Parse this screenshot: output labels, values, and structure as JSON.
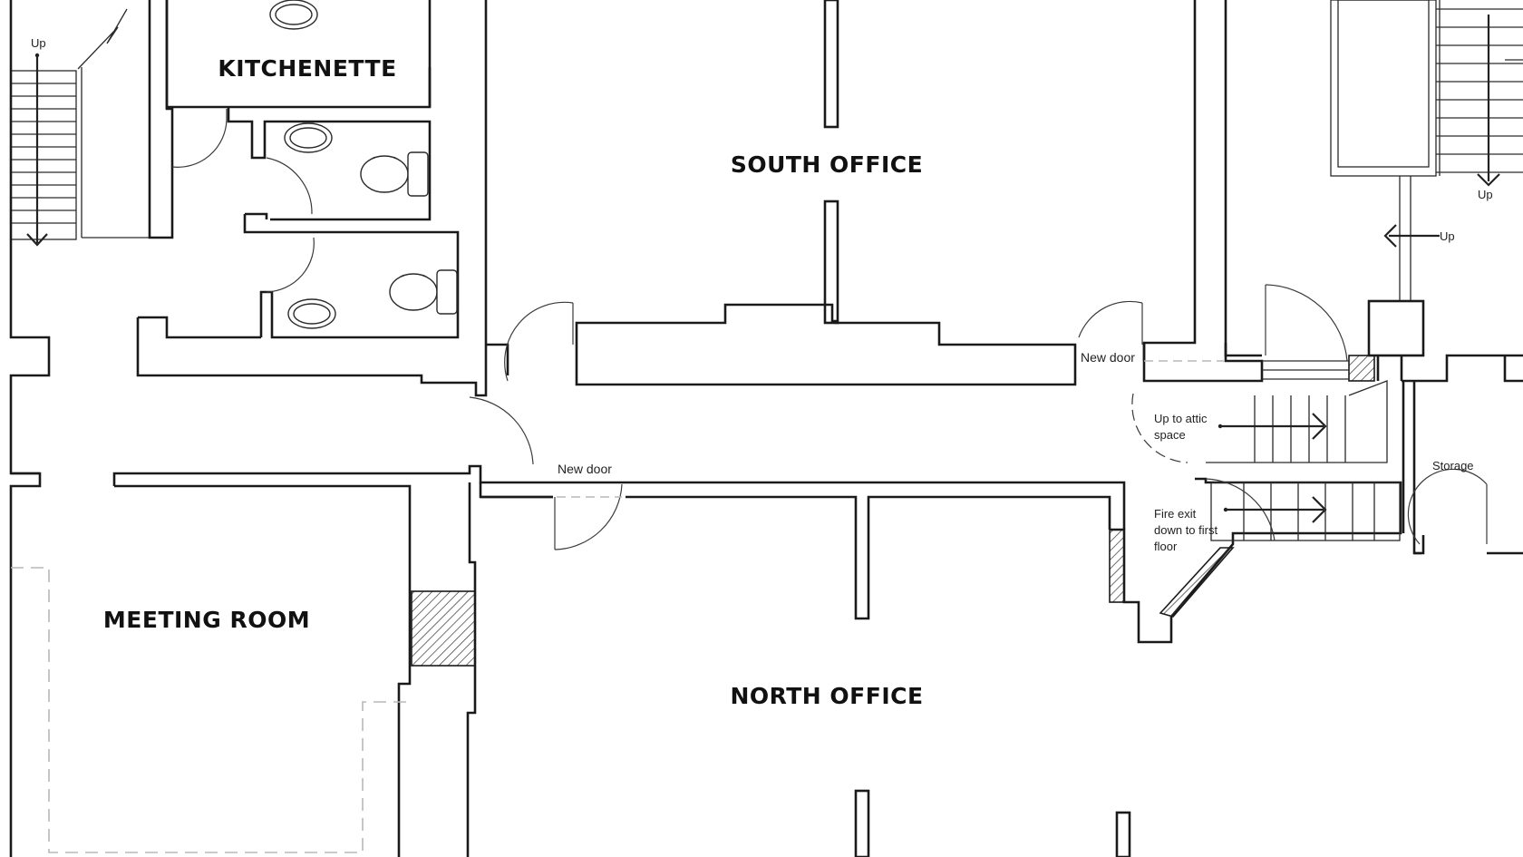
{
  "rooms": {
    "kitchenette": "KITCHENETTE",
    "south_office": "SOUTH OFFICE",
    "meeting_room": "MEETING ROOM",
    "north_office": "NORTH OFFICE"
  },
  "notes": {
    "up_left_stair": "Up",
    "up_right_stair": "Up",
    "up_right_arrow": "Up",
    "new_door_south": "New door",
    "new_door_north": "New door",
    "attic_line1": "Up to attic",
    "attic_line2": "space",
    "fire_line1": "Fire exit",
    "fire_line2": "down to first",
    "fire_line3": "floor",
    "storage": "Storage"
  },
  "icons": [
    "stair-up-arrow",
    "toilet-icon",
    "sink-icon",
    "door-swing",
    "hatched-wall"
  ],
  "colors": {
    "wall": "#1a1a1a",
    "dashed_outline": "#b8b8b8",
    "background": "#ffffff"
  }
}
